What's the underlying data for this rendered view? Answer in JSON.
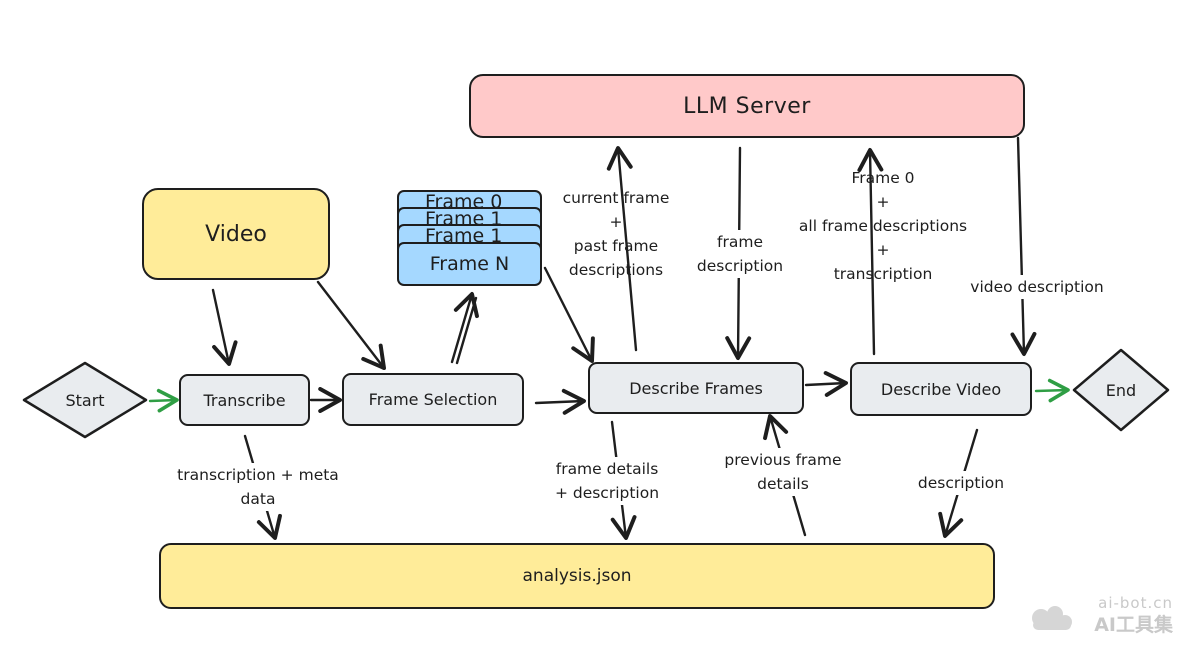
{
  "nodes": {
    "start": "Start",
    "transcribe": "Transcribe",
    "frame_selection": "Frame Selection",
    "describe_frames": "Describe Frames",
    "describe_video": "Describe Video",
    "end": "End",
    "video": "Video",
    "llm_server": "LLM Server",
    "analysis_json": "analysis.json",
    "frame_stack": [
      "Frame 0",
      "Frame 1",
      "Frame 1",
      "Frame N"
    ]
  },
  "edge_labels": {
    "current_frame": [
      "current frame",
      "+",
      "past frame",
      "descriptions"
    ],
    "frame_description": [
      "frame",
      "description"
    ],
    "frame0_all": [
      "Frame 0",
      "+",
      "all frame descriptions",
      "+",
      "transcription"
    ],
    "video_description": "video description",
    "transcription_meta": [
      "transcription + meta",
      "data"
    ],
    "frame_details": [
      "frame details",
      "+ description"
    ],
    "previous_frame_details": [
      "previous frame",
      "details"
    ],
    "description": "description"
  },
  "colors": {
    "stroke": "#1e1e1e",
    "gray_fill": "#e9ecef",
    "pink_fill": "#ffc9c9",
    "yellow_fill": "#ffec99",
    "blue_fill": "#a5d8ff",
    "green_arrow": "#2f9e44"
  },
  "watermark": {
    "line1": "ai-bot.cn",
    "line2": "AI工具集"
  }
}
